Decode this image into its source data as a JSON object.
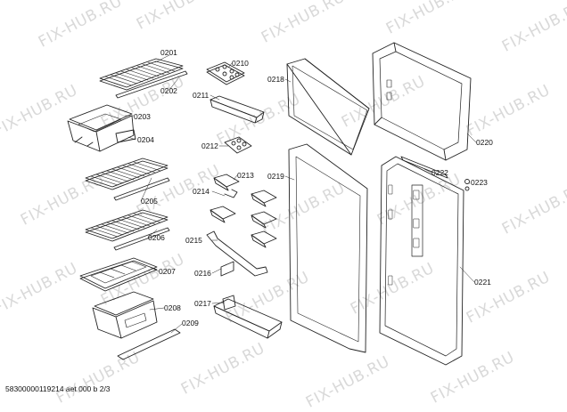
{
  "watermark": "FIX-HUB.RU",
  "part_labels": [
    "0201",
    "0202",
    "0203",
    "0204",
    "0205",
    "0206",
    "0207",
    "0208",
    "0209",
    "0210",
    "0211",
    "0212",
    "0213",
    "0214",
    "0215",
    "0216",
    "0217",
    "0218",
    "0219",
    "0220",
    "0221",
    "0222",
    "0223"
  ],
  "footer_text": "58300000119214 aet 000 b 2/3",
  "colors": {
    "line": "#222222",
    "watermark": "#d9d9d9",
    "background": "#ffffff"
  }
}
